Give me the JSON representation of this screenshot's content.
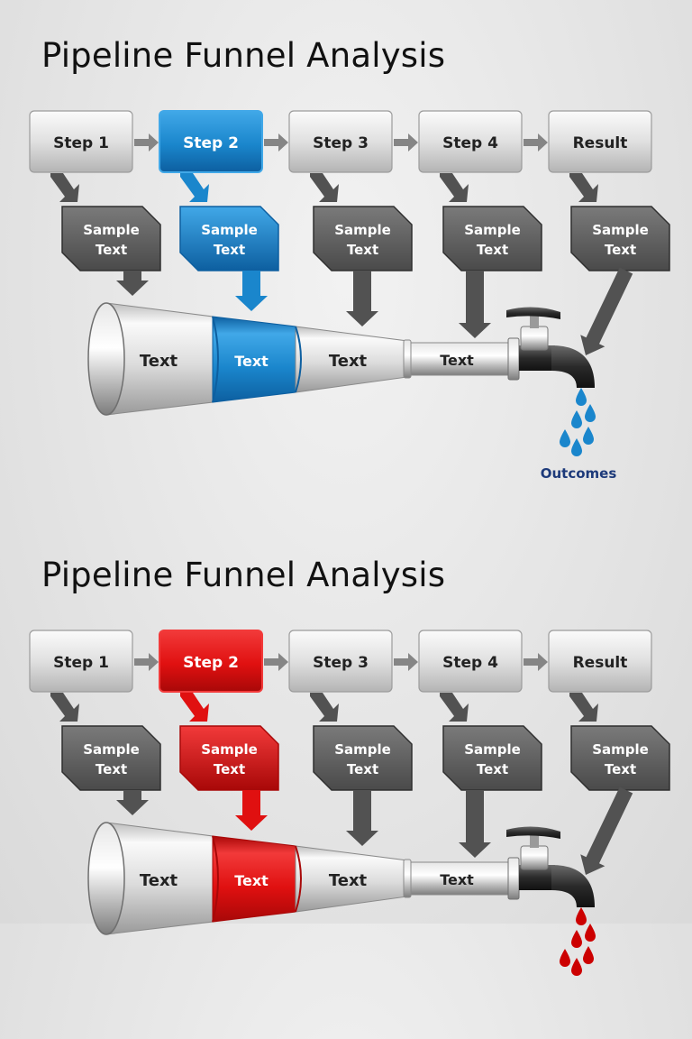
{
  "slides": [
    {
      "title": "Pipeline Funnel Analysis",
      "accent": "#1a86cc",
      "accent_dark": "#0d5fa0",
      "accent_light": "#41a8e8",
      "drop_color": "#1a86cc",
      "highlighted_step": "Step 2",
      "steps": [
        "Step 1",
        "Step 2",
        "Step 3",
        "Step 4",
        "Result"
      ],
      "notes": [
        [
          "Sample",
          "Text"
        ],
        [
          "Sample",
          "Text"
        ],
        [
          "Sample",
          "Text"
        ],
        [
          "Sample",
          "Text"
        ],
        [
          "Sample",
          "Text"
        ]
      ],
      "funnel_labels": [
        "Text",
        "Text",
        "Text",
        "Text"
      ],
      "outcome_label": "Outcomes",
      "icons": [
        "faucet-icon",
        "water-drop-icon"
      ]
    },
    {
      "title": "Pipeline Funnel Analysis",
      "accent": "#e01010",
      "accent_dark": "#a80808",
      "accent_light": "#f23a3a",
      "drop_color": "#cc0000",
      "highlighted_step": "Step 2",
      "steps": [
        "Step 1",
        "Step 2",
        "Step 3",
        "Step 4",
        "Result"
      ],
      "notes": [
        [
          "Sample",
          "Text"
        ],
        [
          "Sample",
          "Text"
        ],
        [
          "Sample",
          "Text"
        ],
        [
          "Sample",
          "Text"
        ],
        [
          "Sample",
          "Text"
        ]
      ],
      "funnel_labels": [
        "Text",
        "Text",
        "Text",
        "Text"
      ],
      "icons": [
        "faucet-icon",
        "water-drop-icon"
      ]
    }
  ]
}
